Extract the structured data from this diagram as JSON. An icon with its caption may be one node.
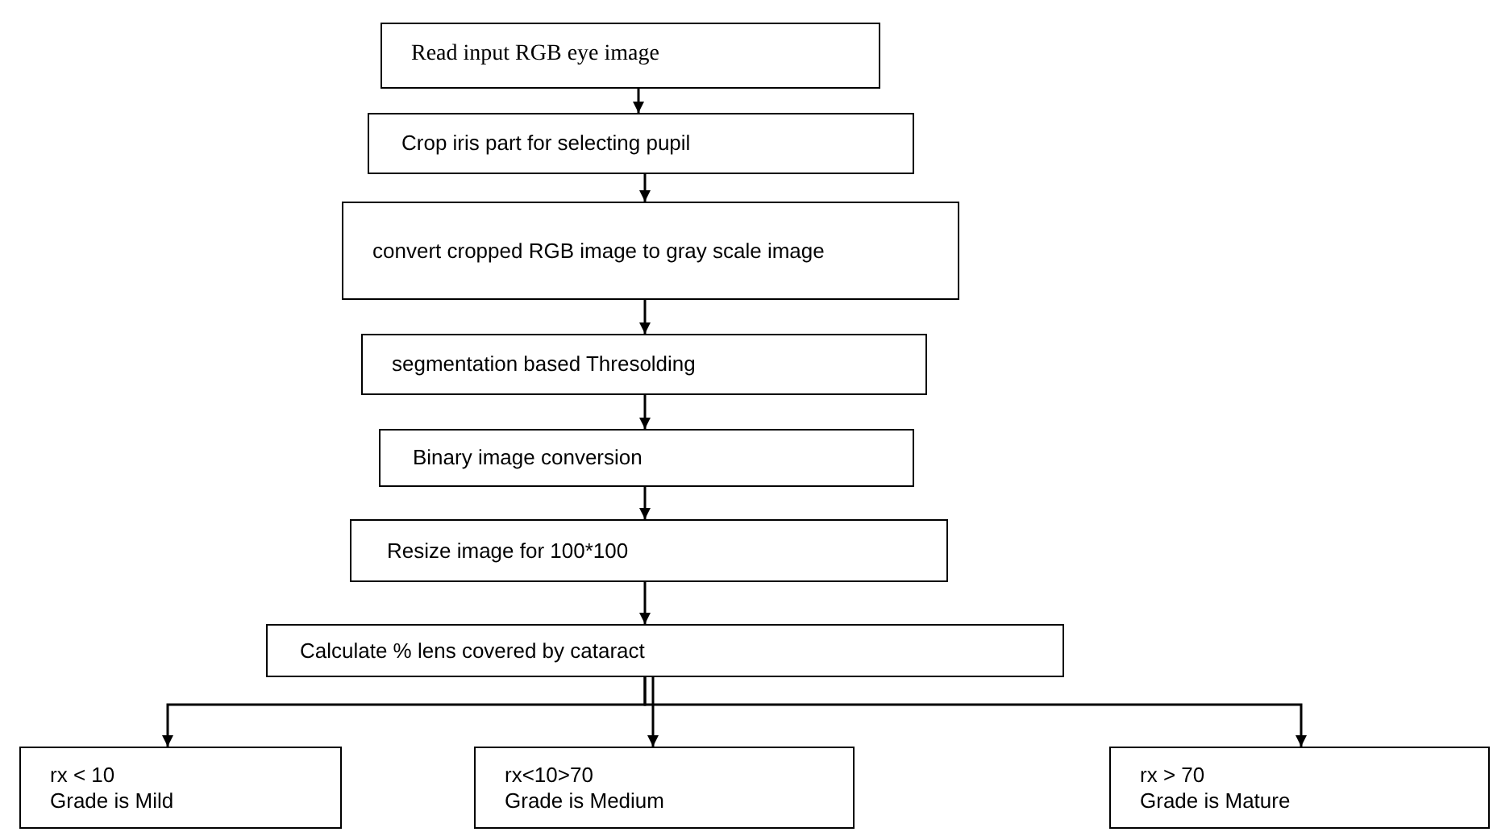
{
  "diagram": {
    "nodes": [
      {
        "text": [
          "Read input RGB eye image"
        ]
      },
      {
        "text": [
          "Crop iris part for selecting pupil"
        ]
      },
      {
        "text": [
          "convert cropped RGB image  to gray scale  image"
        ]
      },
      {
        "text": [
          "segmentation based Thresolding"
        ]
      },
      {
        "text": [
          "Binary image  conversion"
        ]
      },
      {
        "text": [
          "Resize image for 100*100"
        ]
      },
      {
        "text": [
          "Calculate % lens covered by cataract"
        ]
      },
      {
        "text": [
          "rx < 10",
          "Grade is Mild"
        ]
      },
      {
        "text": [
          "rx<10>70",
          "Grade is Medium"
        ]
      },
      {
        "text": [
          "rx > 70",
          "Grade is Mature"
        ]
      }
    ],
    "edges": [
      {
        "from": 0,
        "to": 1,
        "arrow": "to"
      },
      {
        "from": 1,
        "to": 2,
        "arrow": "to"
      },
      {
        "from": 2,
        "to": 3,
        "arrow": "to"
      },
      {
        "from": 3,
        "to": 4,
        "arrow": "to"
      },
      {
        "from": 4,
        "to": 5,
        "arrow": "to"
      },
      {
        "from": 5,
        "to": 6,
        "arrow": "to"
      },
      {
        "from": 6,
        "to": 7,
        "arrow": "to"
      },
      {
        "from": 6,
        "to": 8,
        "arrow": "to"
      },
      {
        "from": 6,
        "to": 9,
        "arrow": "to"
      }
    ]
  }
}
